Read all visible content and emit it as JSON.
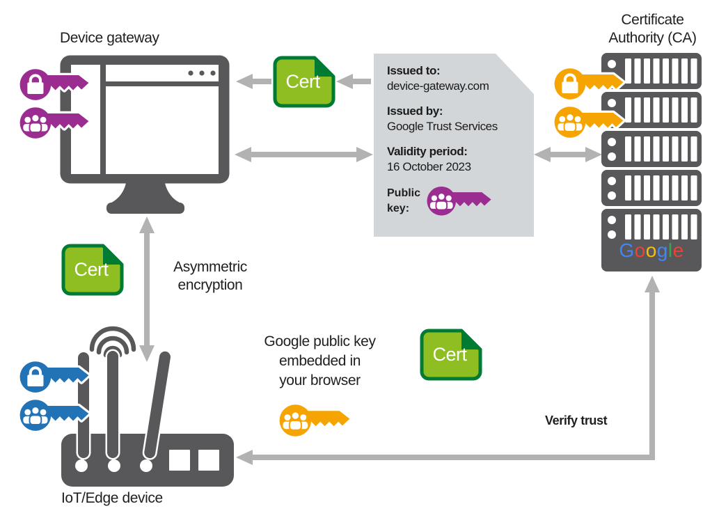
{
  "palette": {
    "purple": "#9a2d8f",
    "orange": "#f5a402",
    "blue": "#2272b6",
    "green": "#8ebe21",
    "green_dark": "#007b33",
    "device_gray": "#58585a",
    "arrow_gray": "#b2b2b2",
    "doc_gray": "#d2d6d8",
    "text": "#1f1f1f",
    "white": "#ffffff"
  },
  "labels": {
    "device_gateway": "Device gateway",
    "ca_line1": "Certificate",
    "ca_line2": "Authority (CA)",
    "cert": "Cert",
    "asymmetric_line1": "Asymmetric",
    "asymmetric_line2": "encryption",
    "google_key_line1": "Google public key",
    "google_key_line2": "embedded in",
    "google_key_line3": "your browser",
    "verify_trust": "Verify trust",
    "iot_device": "IoT/Edge device"
  },
  "certificate": {
    "issued_to_label": "Issued to:",
    "issued_to_value": "device-gateway.com",
    "issued_by_label": "Issued by:",
    "issued_by_value": "Google Trust Services",
    "validity_label": "Validity period:",
    "validity_value": "16 October 2023",
    "public_key_label_line1": "Public",
    "public_key_label_line2": "key:"
  },
  "google_logo": {
    "letters": [
      {
        "ch": "G",
        "color": "#4285f4"
      },
      {
        "ch": "o",
        "color": "#ea4335"
      },
      {
        "ch": "o",
        "color": "#fbbc05"
      },
      {
        "ch": "g",
        "color": "#4285f4"
      },
      {
        "ch": "l",
        "color": "#34a853"
      },
      {
        "ch": "e",
        "color": "#ea4335"
      }
    ]
  },
  "icons": {
    "lock_key": "key-with-padlock",
    "group_key": "key-with-people-group",
    "cert_badge": "certificate-page-with-folded-corner",
    "monitor": "desktop-monitor-browser",
    "server_stack": "rack-server-stack",
    "router": "wireless-router-antennas"
  }
}
